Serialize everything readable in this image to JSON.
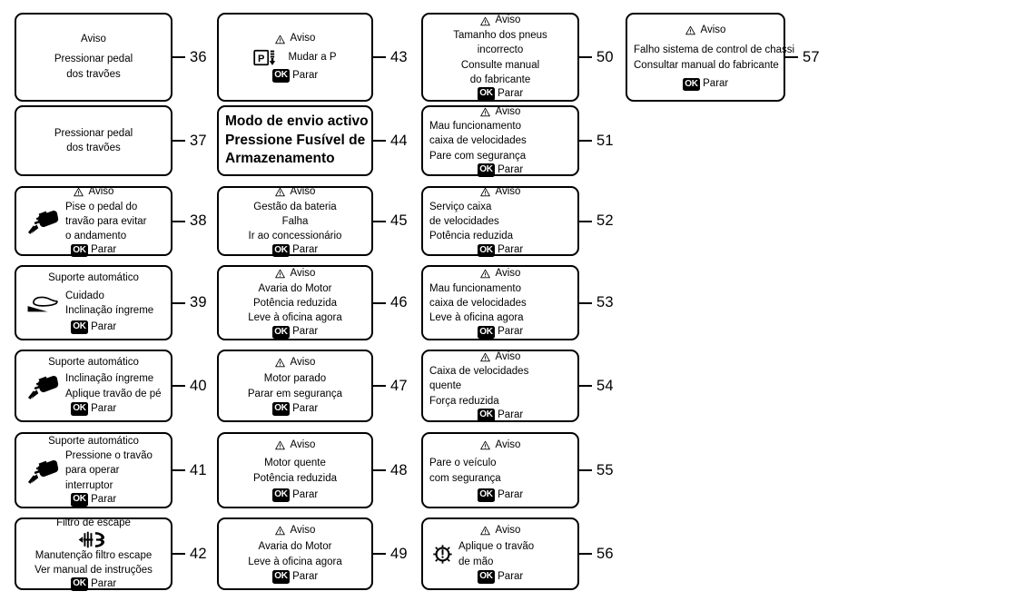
{
  "figure": {
    "title": "Vehicle instrument-cluster warning message panels",
    "language": "pt",
    "line_color": "#000000",
    "background_color": "#ffffff",
    "ok_badge_label": "OK",
    "ok_action_label": "Parar",
    "warning_header_label": "Aviso"
  },
  "panels": [
    {
      "ref": "36",
      "header": "Aviso",
      "has_warning_icon": false,
      "icon": null,
      "lines": [
        "Pressionar pedal",
        "dos travões"
      ],
      "has_ok_footer": false
    },
    {
      "ref": "37",
      "header": null,
      "has_warning_icon": false,
      "icon": null,
      "lines": [
        "Pressionar pedal",
        "dos travões"
      ],
      "has_ok_footer": false
    },
    {
      "ref": "38",
      "header": "Aviso",
      "has_warning_icon": true,
      "icon": "foot-brake-pedal-icon",
      "lines": [
        "Pise o pedal do",
        "travão para evitar",
        "o andamento"
      ],
      "has_ok_footer": true
    },
    {
      "ref": "39",
      "header": "Suporte automático",
      "has_warning_icon": false,
      "icon": "vehicle-on-slope-icon",
      "lines": [
        "Cuidado",
        "Inclinação íngreme"
      ],
      "has_ok_footer": true
    },
    {
      "ref": "40",
      "header": "Suporte automático",
      "has_warning_icon": false,
      "icon": "foot-brake-pedal-icon",
      "lines": [
        "Inclinação íngreme",
        "Aplique travão de pé"
      ],
      "has_ok_footer": true
    },
    {
      "ref": "41",
      "header": "Suporte automático",
      "has_warning_icon": false,
      "icon": "foot-brake-pedal-icon",
      "lines": [
        "Pressione o travão",
        "para operar",
        "interruptor"
      ],
      "has_ok_footer": true
    },
    {
      "ref": "42",
      "header": "Filtro de escape",
      "has_warning_icon": false,
      "icon": "exhaust-filter-icon",
      "lines": [
        "Manutenção filtro escape",
        "Ver manual de instruções"
      ],
      "has_ok_footer": true
    },
    {
      "ref": "43",
      "header": "Aviso",
      "has_warning_icon": true,
      "icon": "shift-to-park-icon",
      "lines": [
        "Mudar a P"
      ],
      "has_ok_footer": true
    },
    {
      "ref": "44",
      "header": null,
      "has_warning_icon": false,
      "icon": null,
      "lines": [
        "Modo de envio activo",
        "Pressione Fusível de",
        "Armazenamento"
      ],
      "has_ok_footer": false
    },
    {
      "ref": "45",
      "header": "Aviso",
      "has_warning_icon": true,
      "icon": null,
      "lines": [
        "Gestão da bateria",
        "Falha",
        "Ir ao concessionário"
      ],
      "has_ok_footer": true
    },
    {
      "ref": "46",
      "header": "Aviso",
      "has_warning_icon": true,
      "icon": null,
      "lines": [
        "Avaria do Motor",
        "Potência reduzida",
        "Leve à oficina agora"
      ],
      "has_ok_footer": true
    },
    {
      "ref": "47",
      "header": "Aviso",
      "has_warning_icon": true,
      "icon": null,
      "lines": [
        "Motor parado",
        "Parar em segurança"
      ],
      "has_ok_footer": true
    },
    {
      "ref": "48",
      "header": "Aviso",
      "has_warning_icon": true,
      "icon": null,
      "lines": [
        "Motor quente",
        "Potência reduzida"
      ],
      "has_ok_footer": true
    },
    {
      "ref": "49",
      "header": "Aviso",
      "has_warning_icon": true,
      "icon": null,
      "lines": [
        "Avaria do Motor",
        "Leve à oficina agora"
      ],
      "has_ok_footer": true
    },
    {
      "ref": "50",
      "header": "Aviso",
      "has_warning_icon": true,
      "icon": null,
      "lines": [
        "Tamanho dos pneus",
        "incorrecto",
        "Consulte manual",
        "do fabricante"
      ],
      "has_ok_footer": true
    },
    {
      "ref": "51",
      "header": "Aviso",
      "has_warning_icon": true,
      "icon": null,
      "lines": [
        "Mau funcionamento",
        "caixa de velocidades",
        "Pare com segurança"
      ],
      "has_ok_footer": true
    },
    {
      "ref": "52",
      "header": "Aviso",
      "has_warning_icon": true,
      "icon": null,
      "lines": [
        "Serviço caixa",
        "de velocidades",
        "Potência reduzida"
      ],
      "has_ok_footer": true
    },
    {
      "ref": "53",
      "header": "Aviso",
      "has_warning_icon": true,
      "icon": null,
      "lines": [
        "Mau funcionamento",
        "caixa de velocidades",
        "Leve à oficina agora"
      ],
      "has_ok_footer": true
    },
    {
      "ref": "54",
      "header": "Aviso",
      "has_warning_icon": true,
      "icon": null,
      "lines": [
        "Caixa de velocidades",
        "quente",
        "Força reduzida"
      ],
      "has_ok_footer": true
    },
    {
      "ref": "55",
      "header": "Aviso",
      "has_warning_icon": true,
      "icon": null,
      "lines": [
        "Pare o veículo",
        "com segurança"
      ],
      "has_ok_footer": true
    },
    {
      "ref": "56",
      "header": "Aviso",
      "has_warning_icon": true,
      "icon": "parking-brake-icon",
      "lines": [
        "Aplique o travão",
        "de mão"
      ],
      "has_ok_footer": true
    },
    {
      "ref": "57",
      "header": "Aviso",
      "has_warning_icon": true,
      "icon": null,
      "lines": [
        "Falho sistema de control de chassi",
        "Consultar manual do fabricante"
      ],
      "has_ok_footer": true
    }
  ]
}
